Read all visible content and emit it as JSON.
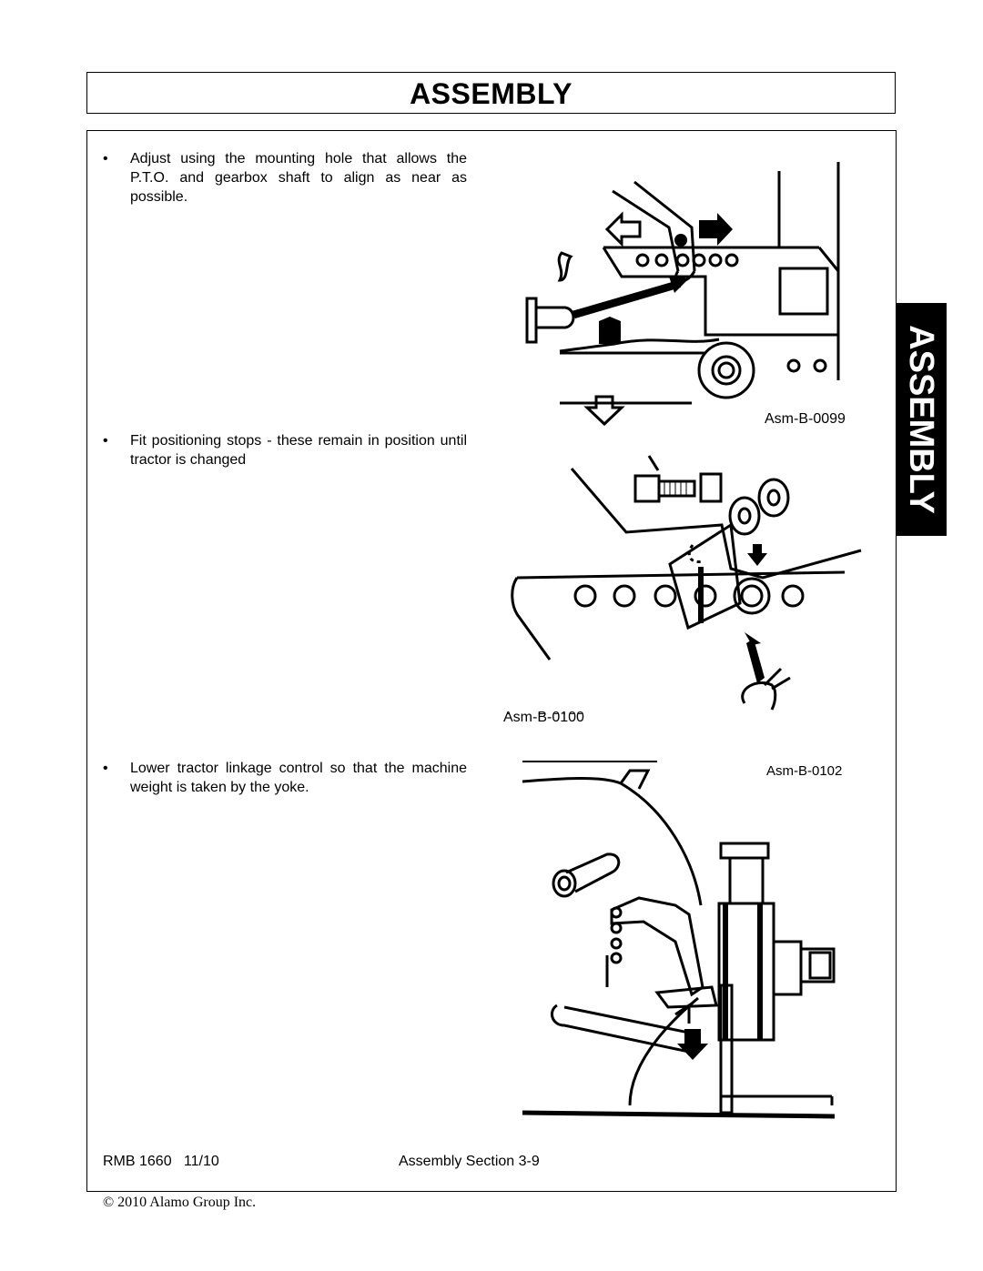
{
  "header": {
    "title": "ASSEMBLY"
  },
  "side_tab": {
    "label": "ASSEMBLY"
  },
  "bullets": [
    {
      "marker": "•",
      "text": "Adjust using the mounting hole that allows the P.T.O. and gearbox shaft to align as near as possible."
    },
    {
      "marker": "•",
      "text": "Fit positioning stops - these remain in position until tractor is changed"
    },
    {
      "marker": "•",
      "text": "Lower tractor linkage control so that the machine weight is taken by the yoke."
    }
  ],
  "figures": [
    {
      "label": "Asm-B-0099"
    },
    {
      "label": "Asm-B-0100"
    },
    {
      "label": "Asm-B-0102"
    }
  ],
  "footer": {
    "doc": "RMB 1660   11/10",
    "section": "Assembly Section 3-9",
    "copyright": "© 2010 Alamo Group Inc."
  }
}
